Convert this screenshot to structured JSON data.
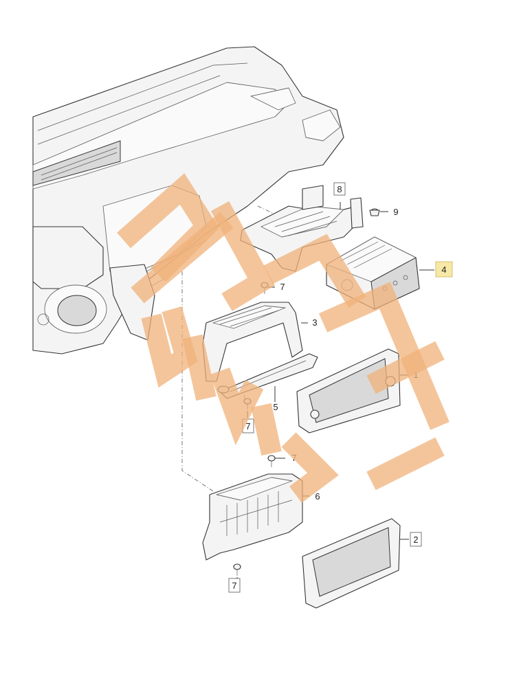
{
  "callouts": {
    "c1": "1",
    "c2": "2",
    "c3": "3",
    "c4": "4",
    "c5": "5",
    "c6": "6",
    "c7a": "7",
    "c7b": "7",
    "c7c": "7",
    "c7d": "7",
    "c8": "8",
    "c9": "9"
  },
  "watermark": {
    "color": "#f0b27a"
  }
}
